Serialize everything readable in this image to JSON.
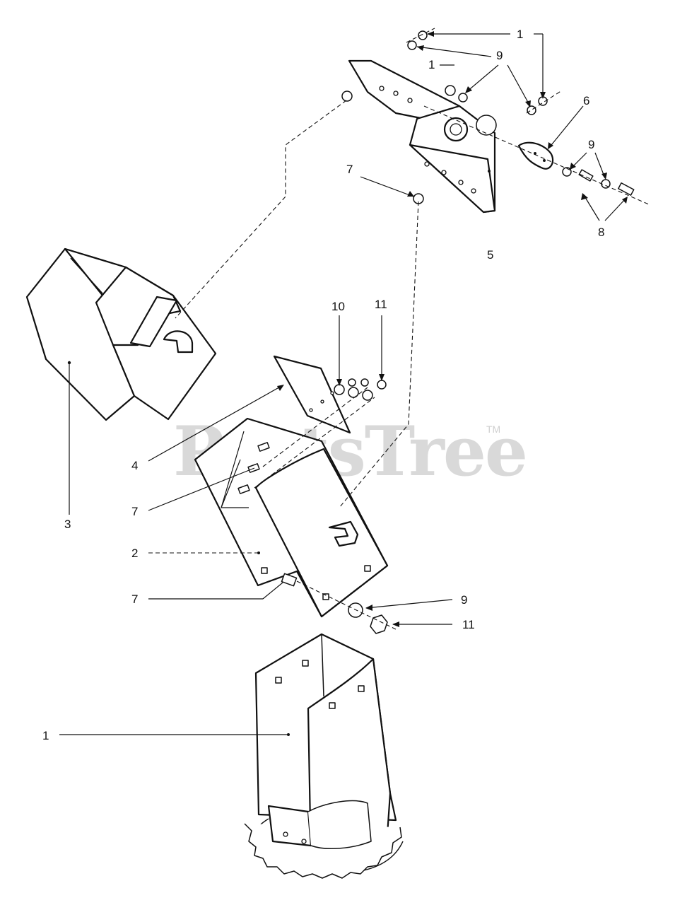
{
  "watermark": {
    "text": "PartsTree",
    "trademark": "TM"
  },
  "callouts": {
    "c1_top": "1",
    "c1_small": "1",
    "c9_top": "9",
    "c6": "6",
    "c9_right": "9",
    "c7_top": "7",
    "c8": "8",
    "c5": "5",
    "c10": "10",
    "c11_top": "11",
    "c4": "4",
    "c7_mid": "7",
    "c3": "3",
    "c2": "2",
    "c7_low": "7",
    "c9_low": "9",
    "c11_low": "11",
    "c1_bottom": "1"
  }
}
